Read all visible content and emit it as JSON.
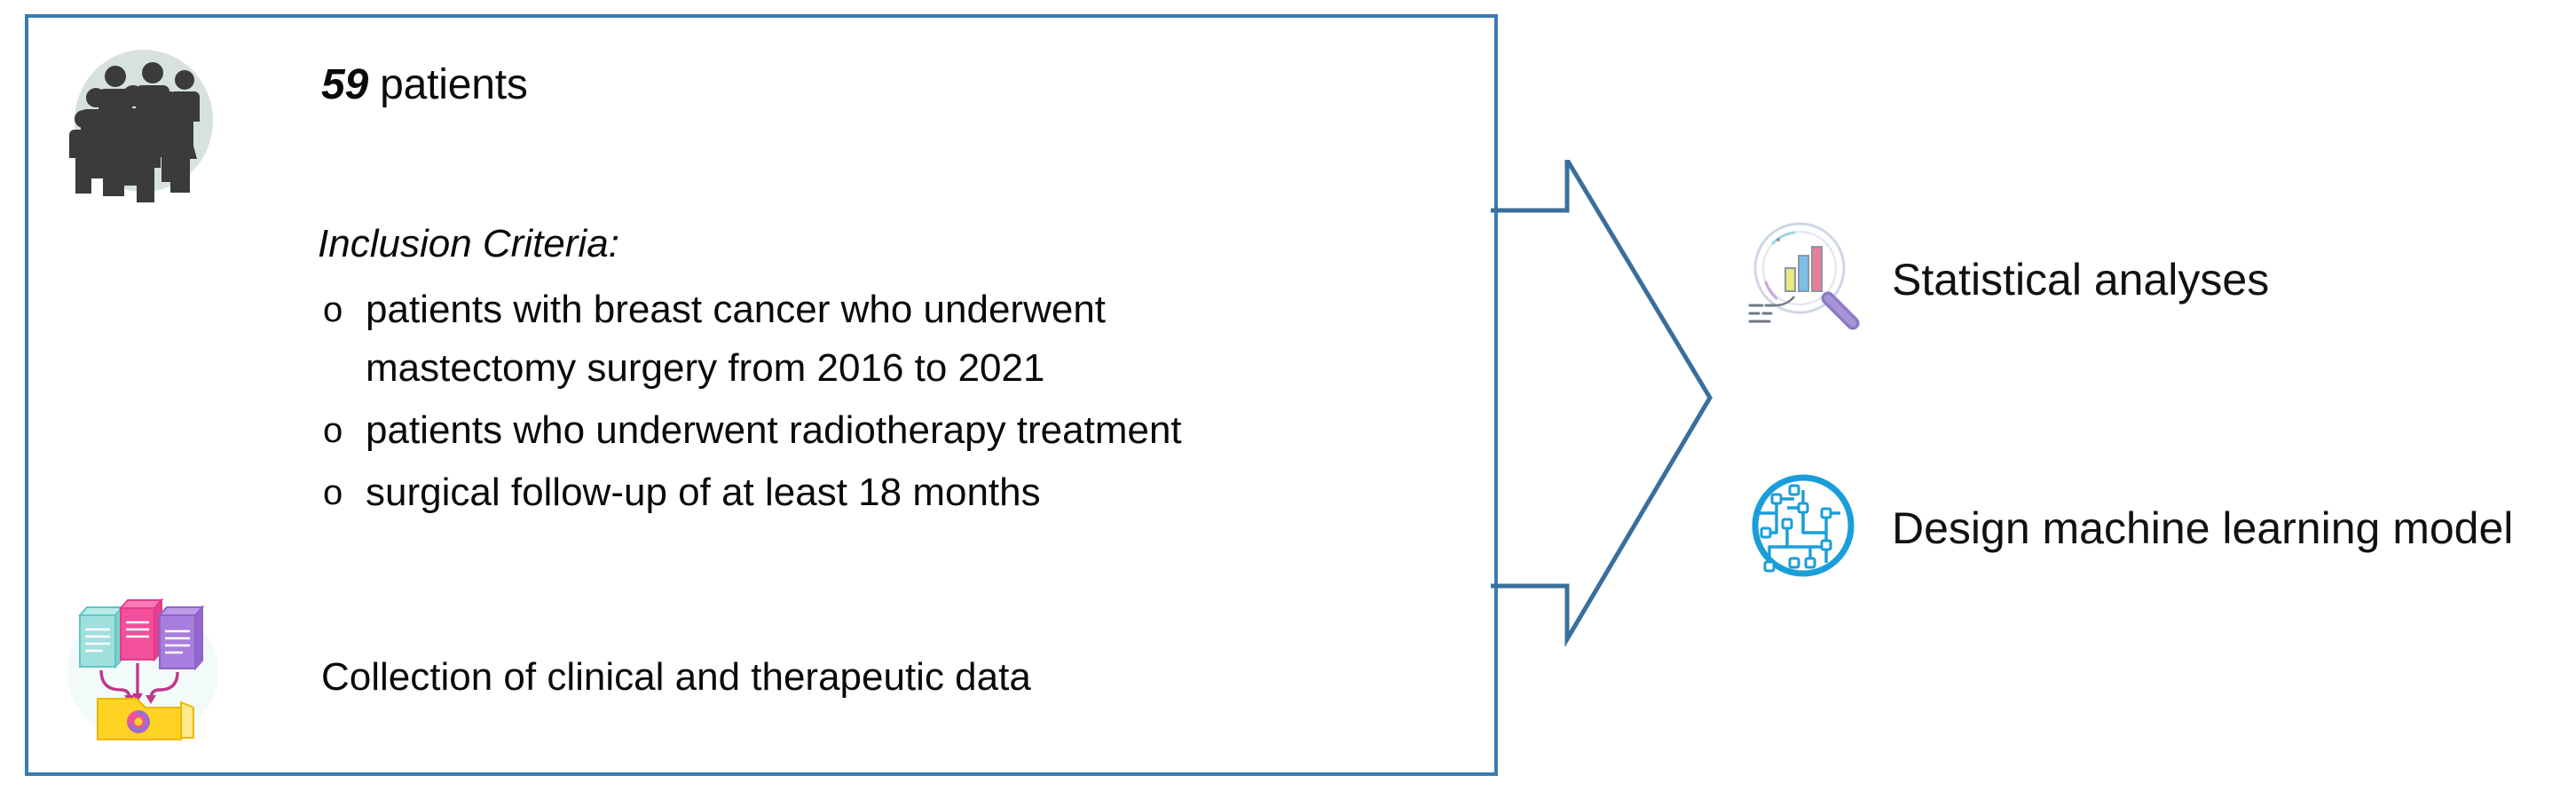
{
  "diagram": {
    "title": "Study design flow diagram",
    "colors": {
      "box_border": "#3a7bb0",
      "arrow_stroke": "#3a6f9c",
      "people_circle": "#d7e2dc",
      "people_figure": "#3b3b39",
      "ml_icon": "#1a9ed9",
      "magnifier_handle": "#8d78c9",
      "bar_yellow": "#d9d24a",
      "bar_blue": "#4a9bd4",
      "bar_pink": "#e0607f",
      "doc_teal": "#7fd4d0",
      "doc_pink": "#f0529a",
      "doc_purple": "#9a6fd4",
      "folder_yellow": "#ffd324",
      "arrow_magenta": "#c0378a",
      "text": "#0a0a0a"
    }
  },
  "cohort": {
    "count": "59",
    "label": " patients",
    "icon_name": "group-of-people-icon"
  },
  "criteria": {
    "heading": "Inclusion Criteria:",
    "bullet_glyph": "o",
    "items": [
      {
        "line1": "patients with breast cancer who underwent",
        "line2": "mastectomy surgery from 2016 to 2021"
      },
      {
        "line1": "patients who underwent radiotherapy treatment",
        "line2": ""
      },
      {
        "line1": "surgical follow-up of at least 18 months",
        "line2": ""
      }
    ]
  },
  "collection": {
    "text": "Collection of clinical and therapeutic data",
    "icon_name": "documents-to-folder-icon"
  },
  "outputs": [
    {
      "label": "Statistical analyses",
      "icon_name": "magnifier-bar-chart-icon"
    },
    {
      "label": "Design machine learning model",
      "icon_name": "circuit-brain-ai-icon"
    }
  ],
  "flow": {
    "arrow_name": "right-arrow-connector"
  }
}
